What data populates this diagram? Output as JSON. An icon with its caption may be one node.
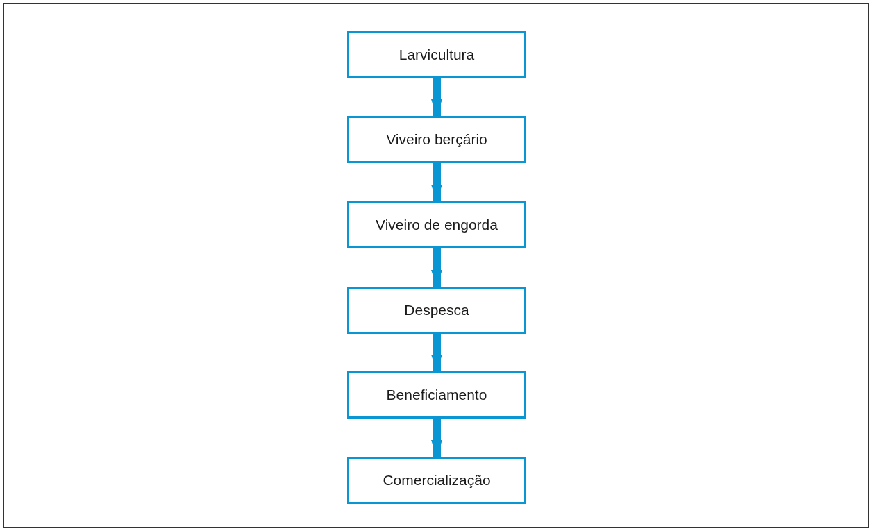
{
  "diagram": {
    "nodes": [
      {
        "text": [
          "Larvicultura"
        ]
      },
      {
        "text": [
          "Viveiro berçário"
        ]
      },
      {
        "text": [
          "Viveiro de engorda"
        ]
      },
      {
        "text": [
          "Despesca"
        ]
      },
      {
        "text": [
          "Beneficiamento"
        ]
      },
      {
        "text": [
          "Comercialização"
        ]
      }
    ],
    "edges": [
      {
        "from": 0,
        "to": 1,
        "arrow": "to"
      },
      {
        "from": 1,
        "to": 2,
        "arrow": "to"
      },
      {
        "from": 2,
        "to": 3,
        "arrow": "to"
      },
      {
        "from": 3,
        "to": 4,
        "arrow": "to"
      },
      {
        "from": 4,
        "to": 5,
        "arrow": "to"
      }
    ]
  }
}
